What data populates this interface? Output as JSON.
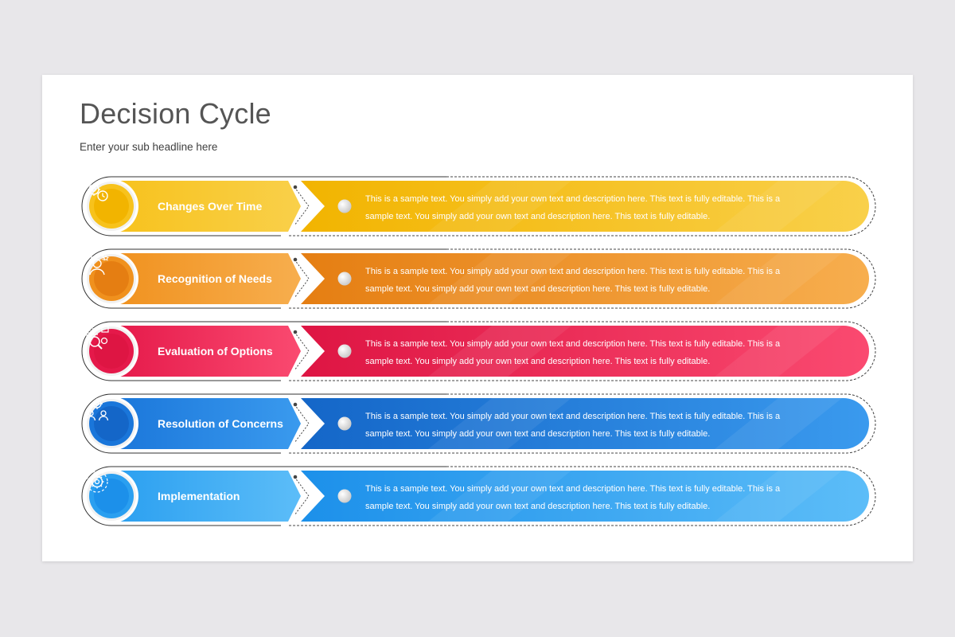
{
  "slide": {
    "title": "Decision Cycle",
    "subtitle": "Enter your sub headline here"
  },
  "rows": [
    {
      "label": "Changes Over Time",
      "text": "This is a sample text. You simply add your own text and description here. This text is fully editable. This is a sample text. You simply add your own text and description here. This text is fully editable.",
      "icon": "gears-clock-icon",
      "colors": {
        "dark": "#F2B400",
        "light": "#F9D04A",
        "ring": "#F7C21C"
      }
    },
    {
      "label": "Recognition of Needs",
      "text": "This is a sample text. You simply add your own text and description here. This text is fully editable. This is a sample text. You simply add your own text and description here. This text is fully editable.",
      "icon": "person-thinking-icon",
      "colors": {
        "dark": "#E57E12",
        "light": "#F7AE4E",
        "ring": "#F0911E"
      }
    },
    {
      "label": "Evaluation of Options",
      "text": "This is a sample text. You simply add your own text and description here. This text is fully editable. This is a sample text. You simply add your own text and description here. This text is fully editable.",
      "icon": "checklist-magnifier-icon",
      "colors": {
        "dark": "#DE1543",
        "light": "#FA4A70",
        "ring": "#E5194A"
      }
    },
    {
      "label": "Resolution of Concerns",
      "text": "This is a sample text. You simply add your own text and description here. This text is fully editable. This is a sample text. You simply add your own text and description here. This text is fully editable.",
      "icon": "team-gear-icon",
      "colors": {
        "dark": "#1466C8",
        "light": "#3A9AEE",
        "ring": "#1A76DA"
      }
    },
    {
      "label": "Implementation",
      "text": "This is a sample text. You simply add your own text and description here. This text is fully editable. This is a sample text. You simply add your own text and description here. This text is fully editable.",
      "icon": "gear-cycle-icon",
      "colors": {
        "dark": "#1C90EA",
        "light": "#5CBDF8",
        "ring": "#2A9FF0"
      }
    }
  ]
}
